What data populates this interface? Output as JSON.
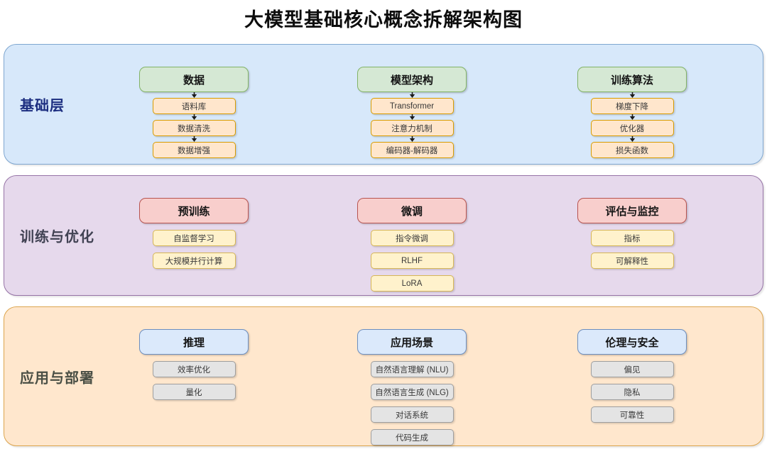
{
  "title": "大模型基础核心概念拆解架构图",
  "arrow_color": "#1a1a1a",
  "bands": [
    {
      "label": "基础层",
      "arrows": true,
      "style": {
        "bg": "#d7e8fa",
        "border": "#7ea6d0",
        "label_color": "#1c2e80",
        "header_bg": "#d5e8d4",
        "header_border": "#82b366",
        "child_bg": "#ffe6cc",
        "child_border": "#d79b00"
      },
      "columns": [
        {
          "header": "数据",
          "children": [
            "语料库",
            "数据清洗",
            "数据增强"
          ]
        },
        {
          "header": "模型架构",
          "children": [
            "Transformer",
            "注意力机制",
            "编码器-解码器"
          ]
        },
        {
          "header": "训练算法",
          "children": [
            "梯度下降",
            "优化器",
            "损失函数"
          ]
        }
      ]
    },
    {
      "label": "训练与优化",
      "arrows": false,
      "style": {
        "bg": "#e6d9ec",
        "border": "#9673a6",
        "label_color": "#414253",
        "header_bg": "#f8cecc",
        "header_border": "#b85450",
        "child_bg": "#fff2cc",
        "child_border": "#d6b656"
      },
      "columns": [
        {
          "header": "预训练",
          "children": [
            "自监督学习",
            "大规模并行计算"
          ]
        },
        {
          "header": "微调",
          "children": [
            "指令微调",
            "RLHF",
            "LoRA"
          ]
        },
        {
          "header": "评估与监控",
          "children": [
            "指标",
            "可解释性"
          ]
        }
      ]
    },
    {
      "label": "应用与部署",
      "arrows": false,
      "style": {
        "bg": "#ffe7cd",
        "border": "#dca54e",
        "label_color": "#4a4f45",
        "header_bg": "#dbe9fb",
        "header_border": "#6c8ebf",
        "child_bg": "#e4e4e4",
        "child_border": "#9e9e9e"
      },
      "columns": [
        {
          "header": "推理",
          "children": [
            "效率优化",
            "量化"
          ]
        },
        {
          "header": "应用场景",
          "children": [
            "自然语言理解 (NLU)",
            "自然语言生成 (NLG)",
            "对话系统",
            "代码生成"
          ]
        },
        {
          "header": "伦理与安全",
          "children": [
            "偏见",
            "隐私",
            "可靠性"
          ]
        }
      ]
    }
  ]
}
